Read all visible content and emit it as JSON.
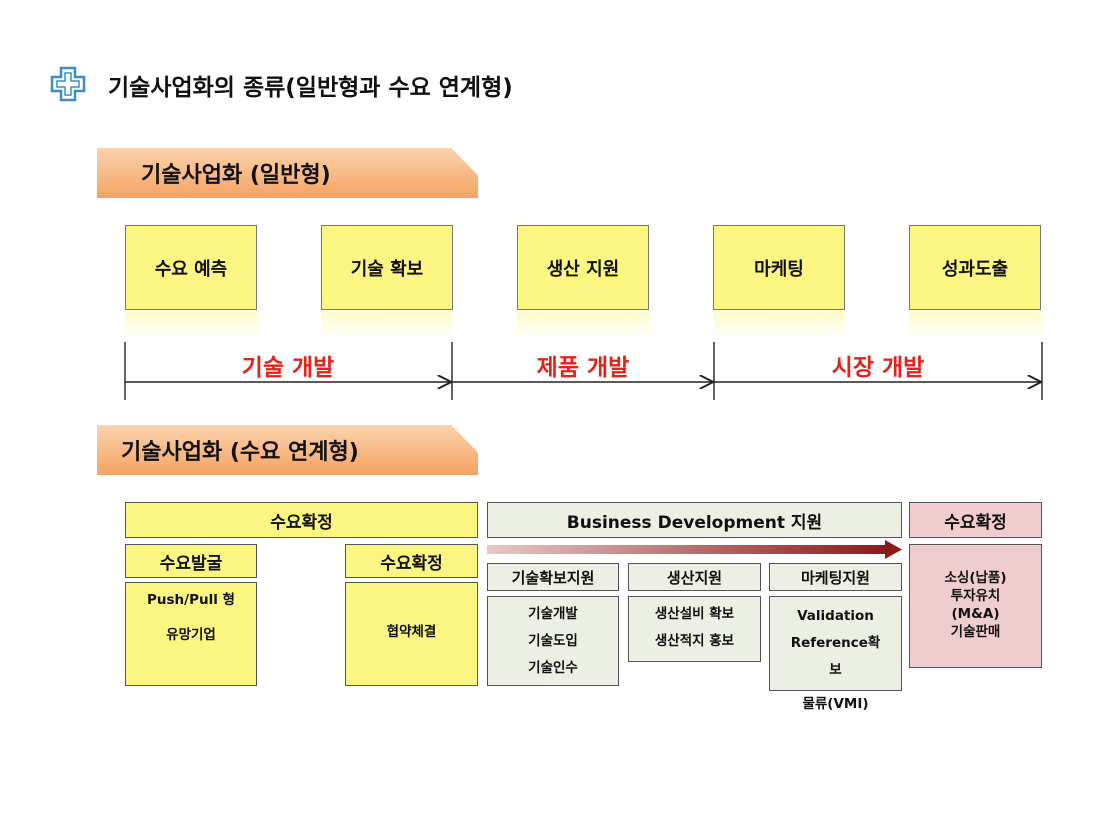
{
  "title": "기술사업화의 종류(일반형과 수요 연계형)",
  "icon": "cross-outline-icon",
  "general": {
    "banner": "기술사업화 (일반형)",
    "stages": [
      "수요 예측",
      "기술 확보",
      "생산 지원",
      "마케팅",
      "성과도출"
    ],
    "phases": [
      "기술 개발",
      "제품 개발",
      "시장 개발"
    ]
  },
  "demand": {
    "banner": "기술사업화 (수요 연계형)",
    "header_left": "수요확정",
    "header_mid": "Business Development 지원",
    "header_right": "수요확정",
    "sub": {
      "discover": "수요발굴",
      "confirm": "수요확정",
      "tech": "기술확보지원",
      "prod": "생산지원",
      "mkt": "마케팅지원"
    },
    "discover_items": [
      "Push/Pull 형",
      "유망기업"
    ],
    "confirm_items": [
      "협약체결"
    ],
    "tech_items": [
      "기술개발",
      "기술도입",
      "기술인수"
    ],
    "prod_items": [
      "생산설비 확보",
      "생산적지 홍보"
    ],
    "mkt_items": [
      "Validation",
      "Reference확",
      "보"
    ],
    "mkt_extra": "물류(VMI)",
    "right_items": [
      "소싱(납품)",
      "투자유치",
      "(M&A)",
      "기술판매"
    ]
  },
  "colors": {
    "banner": "#f4a262",
    "stage_box": "#fbf582",
    "phase_label": "#e2231a",
    "bd_box": "#ebefe4",
    "right_box": "#efccce",
    "arrow": "#8b1a1a"
  }
}
